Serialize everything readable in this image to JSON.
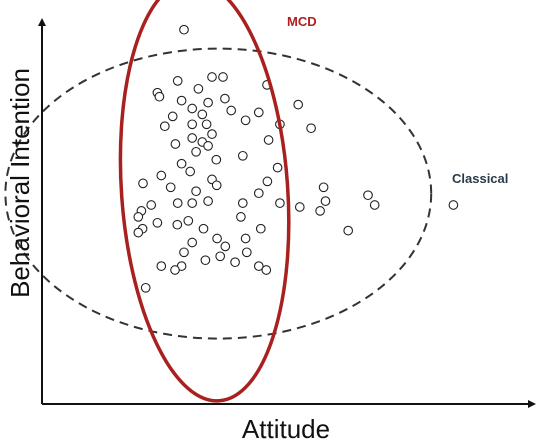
{
  "chart_data": {
    "type": "scatter",
    "xlabel": "Attitude",
    "ylabel": "Behavioral Intention",
    "xlim": [
      0,
      100
    ],
    "ylim": [
      0,
      100
    ],
    "grid": false,
    "legend": "none",
    "colors": {
      "axis": "#111111",
      "points": "#222222",
      "classical": "#333333",
      "mcd": "#a82020",
      "mcd_label": "#b02020",
      "classical_label": "#2a3a4a"
    },
    "points": [
      {
        "x": 36.4,
        "y": 95.0
      },
      {
        "x": 43.6,
        "y": 83.0
      },
      {
        "x": 34.8,
        "y": 82.0
      },
      {
        "x": 46.4,
        "y": 83.0
      },
      {
        "x": 57.7,
        "y": 81.0
      },
      {
        "x": 40.1,
        "y": 80.0
      },
      {
        "x": 29.6,
        "y": 79.0
      },
      {
        "x": 30.1,
        "y": 78.0
      },
      {
        "x": 46.9,
        "y": 77.5
      },
      {
        "x": 35.8,
        "y": 77.0
      },
      {
        "x": 42.6,
        "y": 76.5
      },
      {
        "x": 48.5,
        "y": 74.5
      },
      {
        "x": 38.5,
        "y": 75.0
      },
      {
        "x": 55.6,
        "y": 74.0
      },
      {
        "x": 65.7,
        "y": 76.0
      },
      {
        "x": 33.5,
        "y": 73.0
      },
      {
        "x": 41.1,
        "y": 73.5
      },
      {
        "x": 38.5,
        "y": 71.0
      },
      {
        "x": 31.5,
        "y": 70.5
      },
      {
        "x": 42.2,
        "y": 71.0
      },
      {
        "x": 52.2,
        "y": 72.0
      },
      {
        "x": 61.0,
        "y": 71.0
      },
      {
        "x": 69.0,
        "y": 70.0
      },
      {
        "x": 43.6,
        "y": 68.5
      },
      {
        "x": 38.5,
        "y": 67.5
      },
      {
        "x": 34.2,
        "y": 66.0
      },
      {
        "x": 41.1,
        "y": 66.5
      },
      {
        "x": 42.6,
        "y": 65.5
      },
      {
        "x": 58.1,
        "y": 67.0
      },
      {
        "x": 39.5,
        "y": 64.0
      },
      {
        "x": 51.5,
        "y": 63.0
      },
      {
        "x": 35.8,
        "y": 61.0
      },
      {
        "x": 44.7,
        "y": 62.0
      },
      {
        "x": 60.4,
        "y": 60.0
      },
      {
        "x": 38.0,
        "y": 59.0
      },
      {
        "x": 30.6,
        "y": 58.0
      },
      {
        "x": 43.6,
        "y": 57.0
      },
      {
        "x": 44.8,
        "y": 55.5
      },
      {
        "x": 25.9,
        "y": 56.0
      },
      {
        "x": 33.0,
        "y": 55.0
      },
      {
        "x": 39.5,
        "y": 54.0
      },
      {
        "x": 57.8,
        "y": 56.5
      },
      {
        "x": 72.2,
        "y": 55.0
      },
      {
        "x": 55.6,
        "y": 53.5
      },
      {
        "x": 72.7,
        "y": 51.5
      },
      {
        "x": 34.8,
        "y": 51.0
      },
      {
        "x": 38.5,
        "y": 51.0
      },
      {
        "x": 42.6,
        "y": 51.5
      },
      {
        "x": 51.5,
        "y": 51.0
      },
      {
        "x": 61.0,
        "y": 51.0
      },
      {
        "x": 28.0,
        "y": 50.5
      },
      {
        "x": 66.1,
        "y": 50.0
      },
      {
        "x": 71.3,
        "y": 49.0
      },
      {
        "x": 83.6,
        "y": 53.0
      },
      {
        "x": 85.3,
        "y": 50.5
      },
      {
        "x": 25.5,
        "y": 49.0
      },
      {
        "x": 24.7,
        "y": 47.5
      },
      {
        "x": 37.5,
        "y": 46.5
      },
      {
        "x": 51.0,
        "y": 47.5
      },
      {
        "x": 29.6,
        "y": 46.0
      },
      {
        "x": 25.8,
        "y": 44.5
      },
      {
        "x": 41.4,
        "y": 44.5
      },
      {
        "x": 34.7,
        "y": 45.5
      },
      {
        "x": 44.9,
        "y": 42.0
      },
      {
        "x": 52.2,
        "y": 42.0
      },
      {
        "x": 56.1,
        "y": 44.5
      },
      {
        "x": 78.5,
        "y": 44.0
      },
      {
        "x": 105.5,
        "y": 50.5
      },
      {
        "x": 24.7,
        "y": 43.5
      },
      {
        "x": 38.5,
        "y": 41.0
      },
      {
        "x": 47.0,
        "y": 40.0
      },
      {
        "x": 36.4,
        "y": 38.5
      },
      {
        "x": 52.5,
        "y": 38.5
      },
      {
        "x": 45.7,
        "y": 37.5
      },
      {
        "x": 41.9,
        "y": 36.5
      },
      {
        "x": 49.5,
        "y": 36.0
      },
      {
        "x": 55.6,
        "y": 35.0
      },
      {
        "x": 57.5,
        "y": 34.0
      },
      {
        "x": 30.6,
        "y": 35.0
      },
      {
        "x": 35.8,
        "y": 35.0
      },
      {
        "x": 34.1,
        "y": 34.0
      },
      {
        "x": 26.6,
        "y": 29.5
      }
    ],
    "ellipses": [
      {
        "name": "Classical",
        "style": "dashed",
        "cx": 45.2,
        "cy": 53.4,
        "rx": 54.6,
        "ry": 36.8,
        "angle": 0
      },
      {
        "name": "MCD",
        "style": "solid",
        "cx": 41.7,
        "cy": 54.2,
        "rx": 21.3,
        "ry": 53.5,
        "angle": -4
      }
    ]
  }
}
